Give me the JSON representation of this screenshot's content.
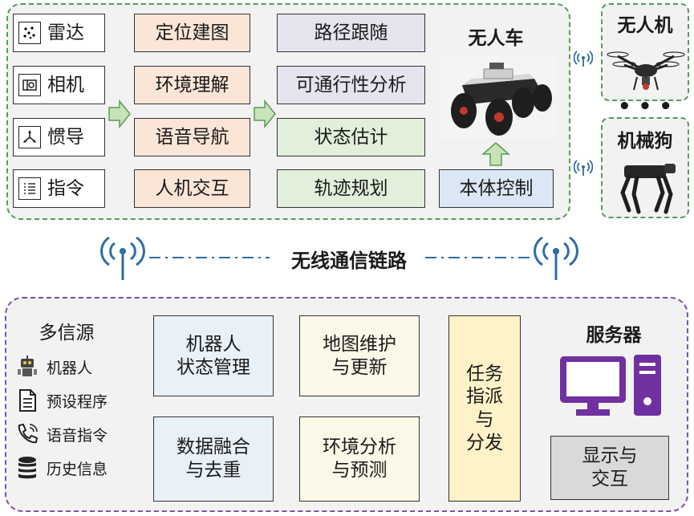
{
  "vehicle": {
    "title": "无人车",
    "sensors": [
      {
        "label": "雷达",
        "icon": "radar-icon"
      },
      {
        "label": "相机",
        "icon": "camera-icon"
      },
      {
        "label": "惯导",
        "icon": "imu-icon"
      },
      {
        "label": "指令",
        "icon": "command-icon"
      }
    ],
    "perception": [
      "定位建图",
      "环境理解",
      "语音导航",
      "人机交互"
    ],
    "planning": [
      "路径跟随",
      "可通行性分析",
      "状态估计",
      "轨迹规划"
    ],
    "control": "本体控制"
  },
  "agents": {
    "drone": "无人机",
    "ellipsis": "• • •",
    "dog": "机械狗"
  },
  "link": {
    "label": "无线通信链路"
  },
  "server": {
    "title": "服务器",
    "sources_title": "多信源",
    "sources": [
      {
        "label": "机器人",
        "icon": "robot-icon"
      },
      {
        "label": "预设程序",
        "icon": "document-icon"
      },
      {
        "label": "语音指令",
        "icon": "phone-icon"
      },
      {
        "label": "历史信息",
        "icon": "database-icon"
      }
    ],
    "modules": {
      "robot_state": "机器人\n状态管理",
      "map_update": "地图维护\n与更新",
      "data_fusion": "数据融合\n与去重",
      "env_analysis": "环境分析\n与预测",
      "task": "任务\n指派\n与\n分发",
      "display": "显示与\n交互"
    }
  },
  "colors": {
    "green_border": "#5a9a5a",
    "purple_border": "#7f4fb0",
    "antenna": "#2e6ea6",
    "monitor": "#7030a0"
  }
}
